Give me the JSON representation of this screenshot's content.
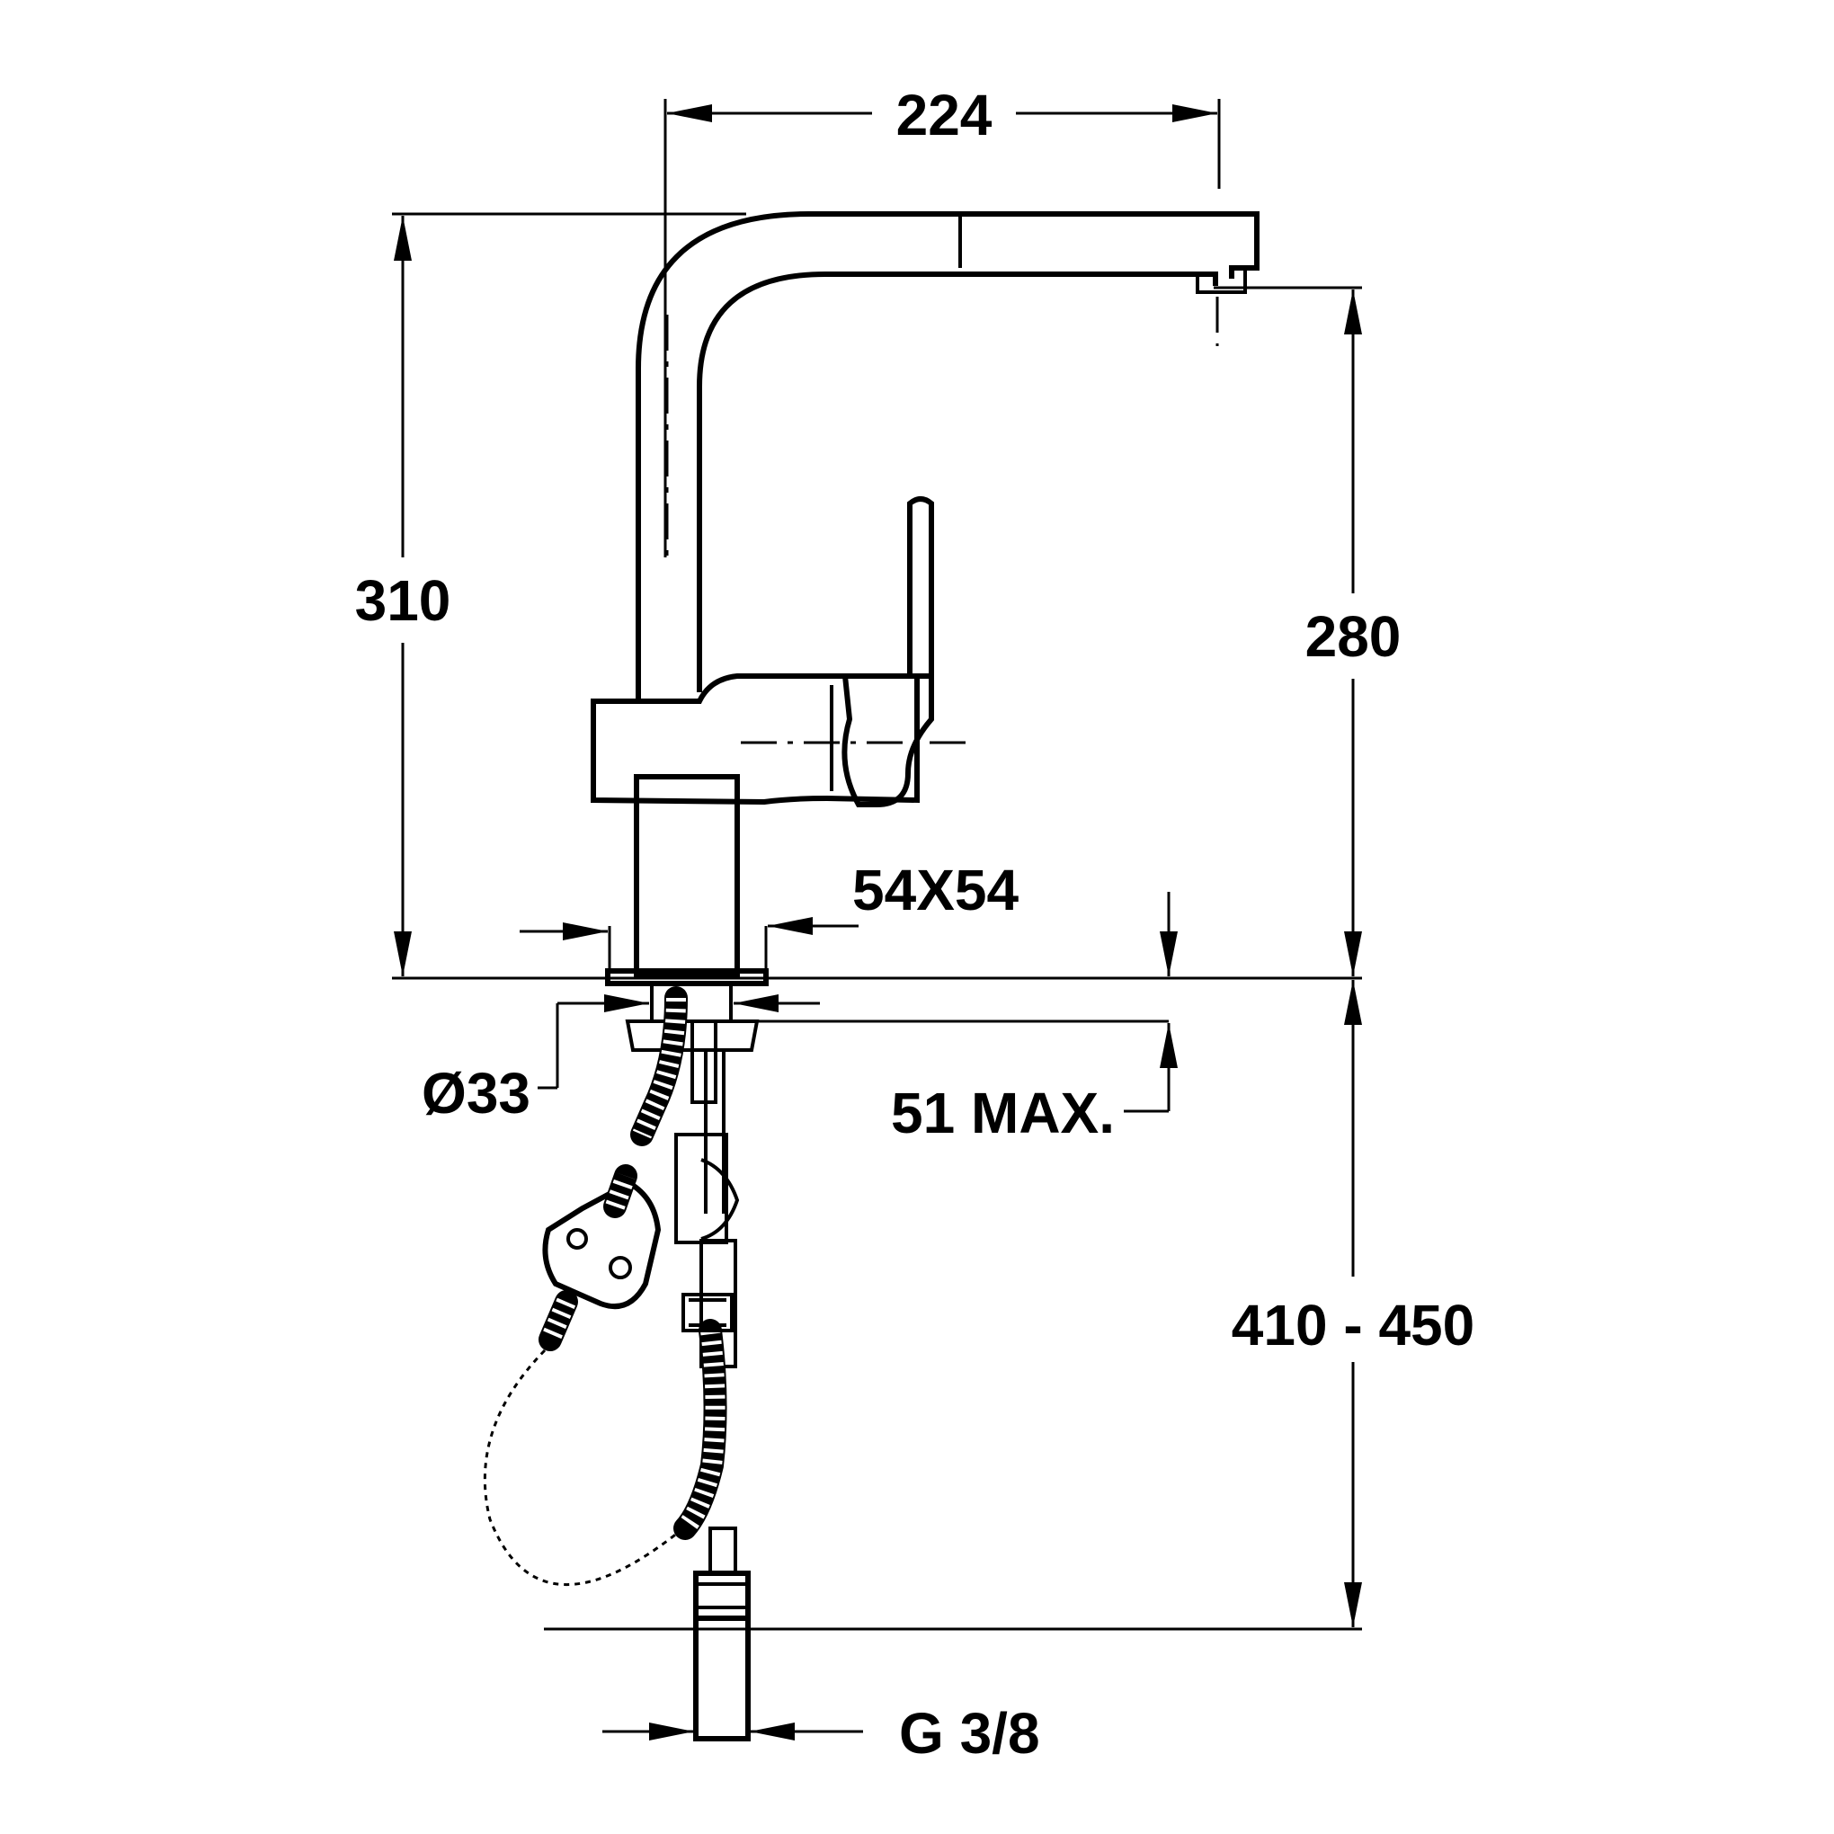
{
  "colors": {
    "line": "#000000",
    "background": "#ffffff"
  },
  "dimensions": {
    "spout_reach": "224",
    "overall_height": "310",
    "spout_height": "280",
    "base_size": "54X54",
    "hole_diameter": "Ø33",
    "deck_thickness": "51 MAX.",
    "hose_length": "410 - 450",
    "connection_thread": "G 3/8"
  }
}
